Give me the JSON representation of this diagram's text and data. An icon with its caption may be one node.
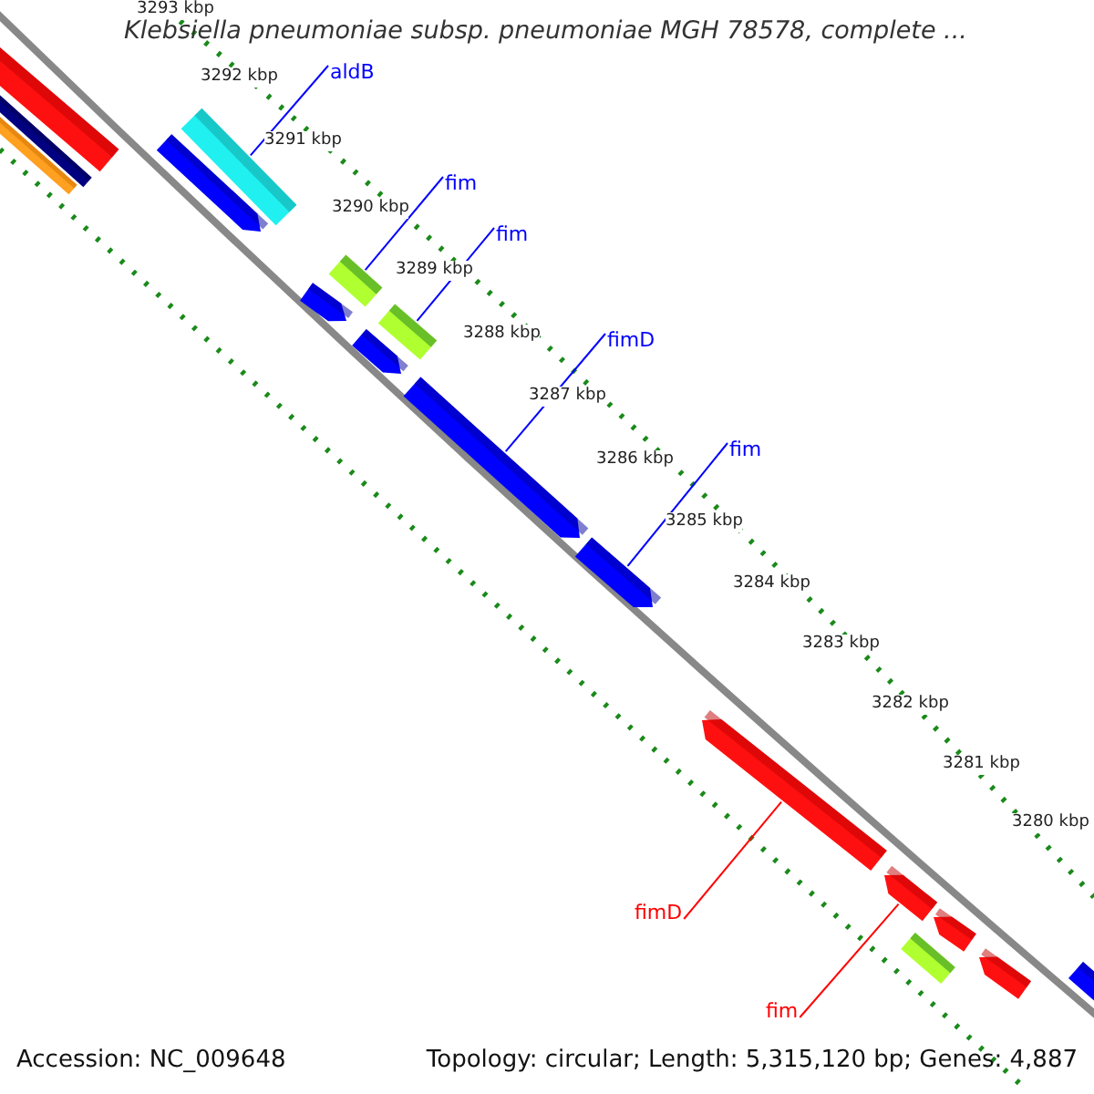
{
  "diagram": {
    "title": "Klebsiella pneumoniae subsp. pneumoniae MGH 78578, complete ...",
    "nodes": [
      {
        "text": [],
        "shape": "bar"
      },
      {
        "text": [],
        "shape": "bar"
      },
      {
        "text": [],
        "shape": "bar"
      },
      {
        "text": [],
        "shape": "bar"
      },
      {
        "text": [],
        "shape": "bar"
      },
      {
        "text": [],
        "shape": "bar"
      },
      {
        "text": [],
        "shape": "bar"
      },
      {
        "text": [],
        "shape": "bar"
      },
      {
        "text": [],
        "shape": "bar"
      },
      {
        "text": [],
        "shape": "bar"
      },
      {
        "text": [],
        "shape": "bar"
      },
      {
        "text": [],
        "shape": "bar"
      },
      {
        "text": [],
        "shape": "bar"
      },
      {
        "text": [],
        "shape": "bar"
      },
      {
        "text": [],
        "shape": "bar"
      },
      {
        "text": [],
        "shape": "bar"
      },
      {
        "text": [],
        "shape": "bar"
      },
      {
        "text": [
          "aldB"
        ]
      },
      {
        "text": [
          "fim"
        ]
      },
      {
        "text": [
          "fim"
        ]
      },
      {
        "text": [
          "fimD"
        ]
      },
      {
        "text": [
          "fim"
        ]
      },
      {
        "text": [
          "fimD"
        ]
      },
      {
        "text": [
          "fim"
        ]
      }
    ],
    "edges": [
      {
        "from": 17,
        "to": 3,
        "arrow": "none"
      },
      {
        "from": 18,
        "to": 5,
        "arrow": "none"
      },
      {
        "from": 19,
        "to": 7,
        "arrow": "none"
      },
      {
        "from": 20,
        "to": 9,
        "arrow": "none"
      },
      {
        "from": 21,
        "to": 10,
        "arrow": "none"
      },
      {
        "from": 22,
        "to": 11,
        "arrow": "none",
        "color": "#ff0000"
      },
      {
        "from": 23,
        "to": 12,
        "arrow": "none",
        "color": "#ff0000"
      }
    ],
    "labels": [
      "3293 kbp",
      "3292 kbp",
      "3291 kbp",
      "3290 kbp",
      "3289 kbp",
      "3288 kbp",
      "3287 kbp",
      "3286 kbp",
      "3285 kbp",
      "3284 kbp",
      "3283 kbp",
      "3282 kbp",
      "3281 kbp",
      "3280 kbp",
      "Accession: NC_009648",
      "Topology: circular; Length: 5,315,120 bp; Genes: 4,887"
    ]
  }
}
